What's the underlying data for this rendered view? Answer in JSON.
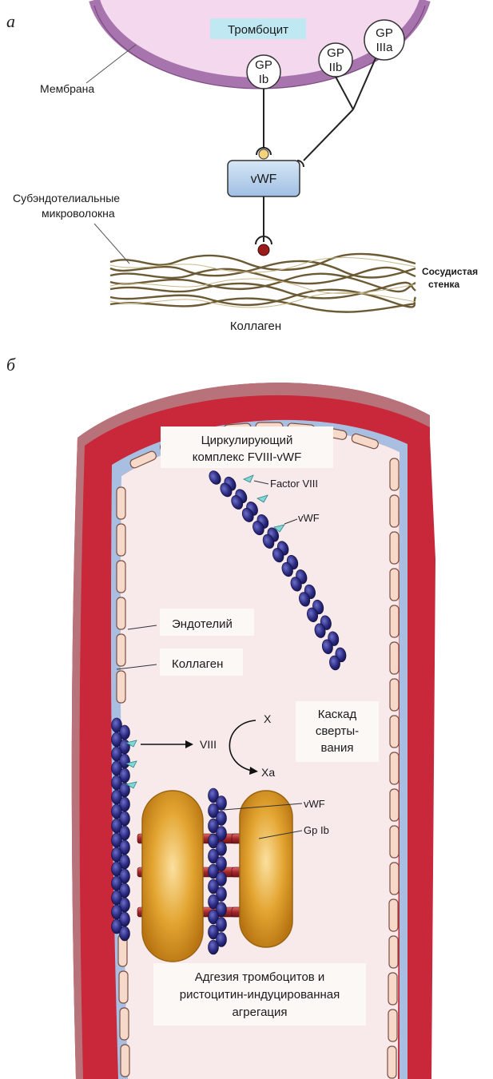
{
  "panel_a": {
    "letter": "а",
    "platelet_label": "Тромбоцит",
    "membrane_label": "Мембрана",
    "gp_ib": [
      "GP",
      "Ib"
    ],
    "gp_iib": [
      "GP",
      "IIb"
    ],
    "gp_iiia": [
      "GP",
      "IIIa"
    ],
    "vwf_label": "vWF",
    "microfibrils_label": [
      "Субэндотелиальные",
      "микроволокна"
    ],
    "vessel_wall_label": [
      "Сосудистая",
      "стенка"
    ],
    "collagen_label": "Коллаген"
  },
  "panel_b": {
    "letter": "б",
    "circulating_complex": [
      "Циркулирующий",
      "комплекс FVIII-vWF"
    ],
    "factor_viii_label": "Factor VIII",
    "vwf_label_top": "vWF",
    "endothelium_label": "Эндотелий",
    "collagen_label": "Коллаген",
    "viii_label": "VIII",
    "x_label": "X",
    "xa_label": "Xa",
    "cascade_label": [
      "Каскад",
      "сверты-",
      "вания"
    ],
    "vwf_label_bottom": "vWF",
    "gp_ib_label": "Gp Ib",
    "adhesion_label": [
      "Адгезия тромбоцитов и",
      "ристоцитин-индуцированная",
      "агрегация"
    ]
  },
  "colors": {
    "platelet_fill": "#f3d8ee",
    "membrane": "#a874ae",
    "vwf_box": "#b9d3ec",
    "collagen": "#6b5a33",
    "vessel_red": "#c8283a",
    "vessel_blue": "#a9bfe2",
    "lumen": "#f8eaea",
    "multimer": "#2b2a7e",
    "platelet_gold": "#e2a12e"
  }
}
